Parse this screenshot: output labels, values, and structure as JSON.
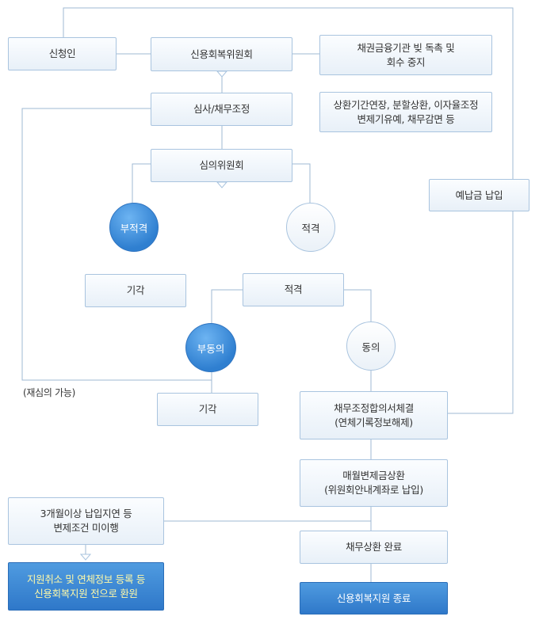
{
  "boxes": {
    "applicant": "신청인",
    "committee": "신용회복위원회",
    "stop_collection": "채권금융기관 빚 독촉 및\n회수 중지",
    "review": "심사/채무조정",
    "adjust_detail": "상환기간연장, 분할상환, 이자율조정\n변제기유예, 채무감면 등",
    "deliberation": "심의위원회",
    "prepay": "예납금 납입",
    "reject_1": "기각",
    "eligible_box": "적격",
    "reject_2": "기각",
    "agreement": "채무조정합의서체결\n(연체기록정보해제)",
    "monthly": "매월변제금상환\n(위원회안내계좌로 납입)",
    "delinquent": "3개월이상 납입지연 등\n변제조건 미이행",
    "repay_done": "채무상환 완료",
    "revoke": "지원취소 및 연체정보 등록 등\n신용회복지원 전으로 환원",
    "end": "신용회복지원 종료"
  },
  "circles": {
    "ineligible": "부적격",
    "eligible": "적격",
    "disagree": "부동의",
    "agree": "동의"
  },
  "notes": {
    "reappeal": "(재심의 가능)"
  },
  "colors": {
    "line": "#9fb9d3",
    "box_border": "#a9c4df",
    "dark_box": "#2f78c9",
    "highlight_text": "#fff9a8"
  }
}
